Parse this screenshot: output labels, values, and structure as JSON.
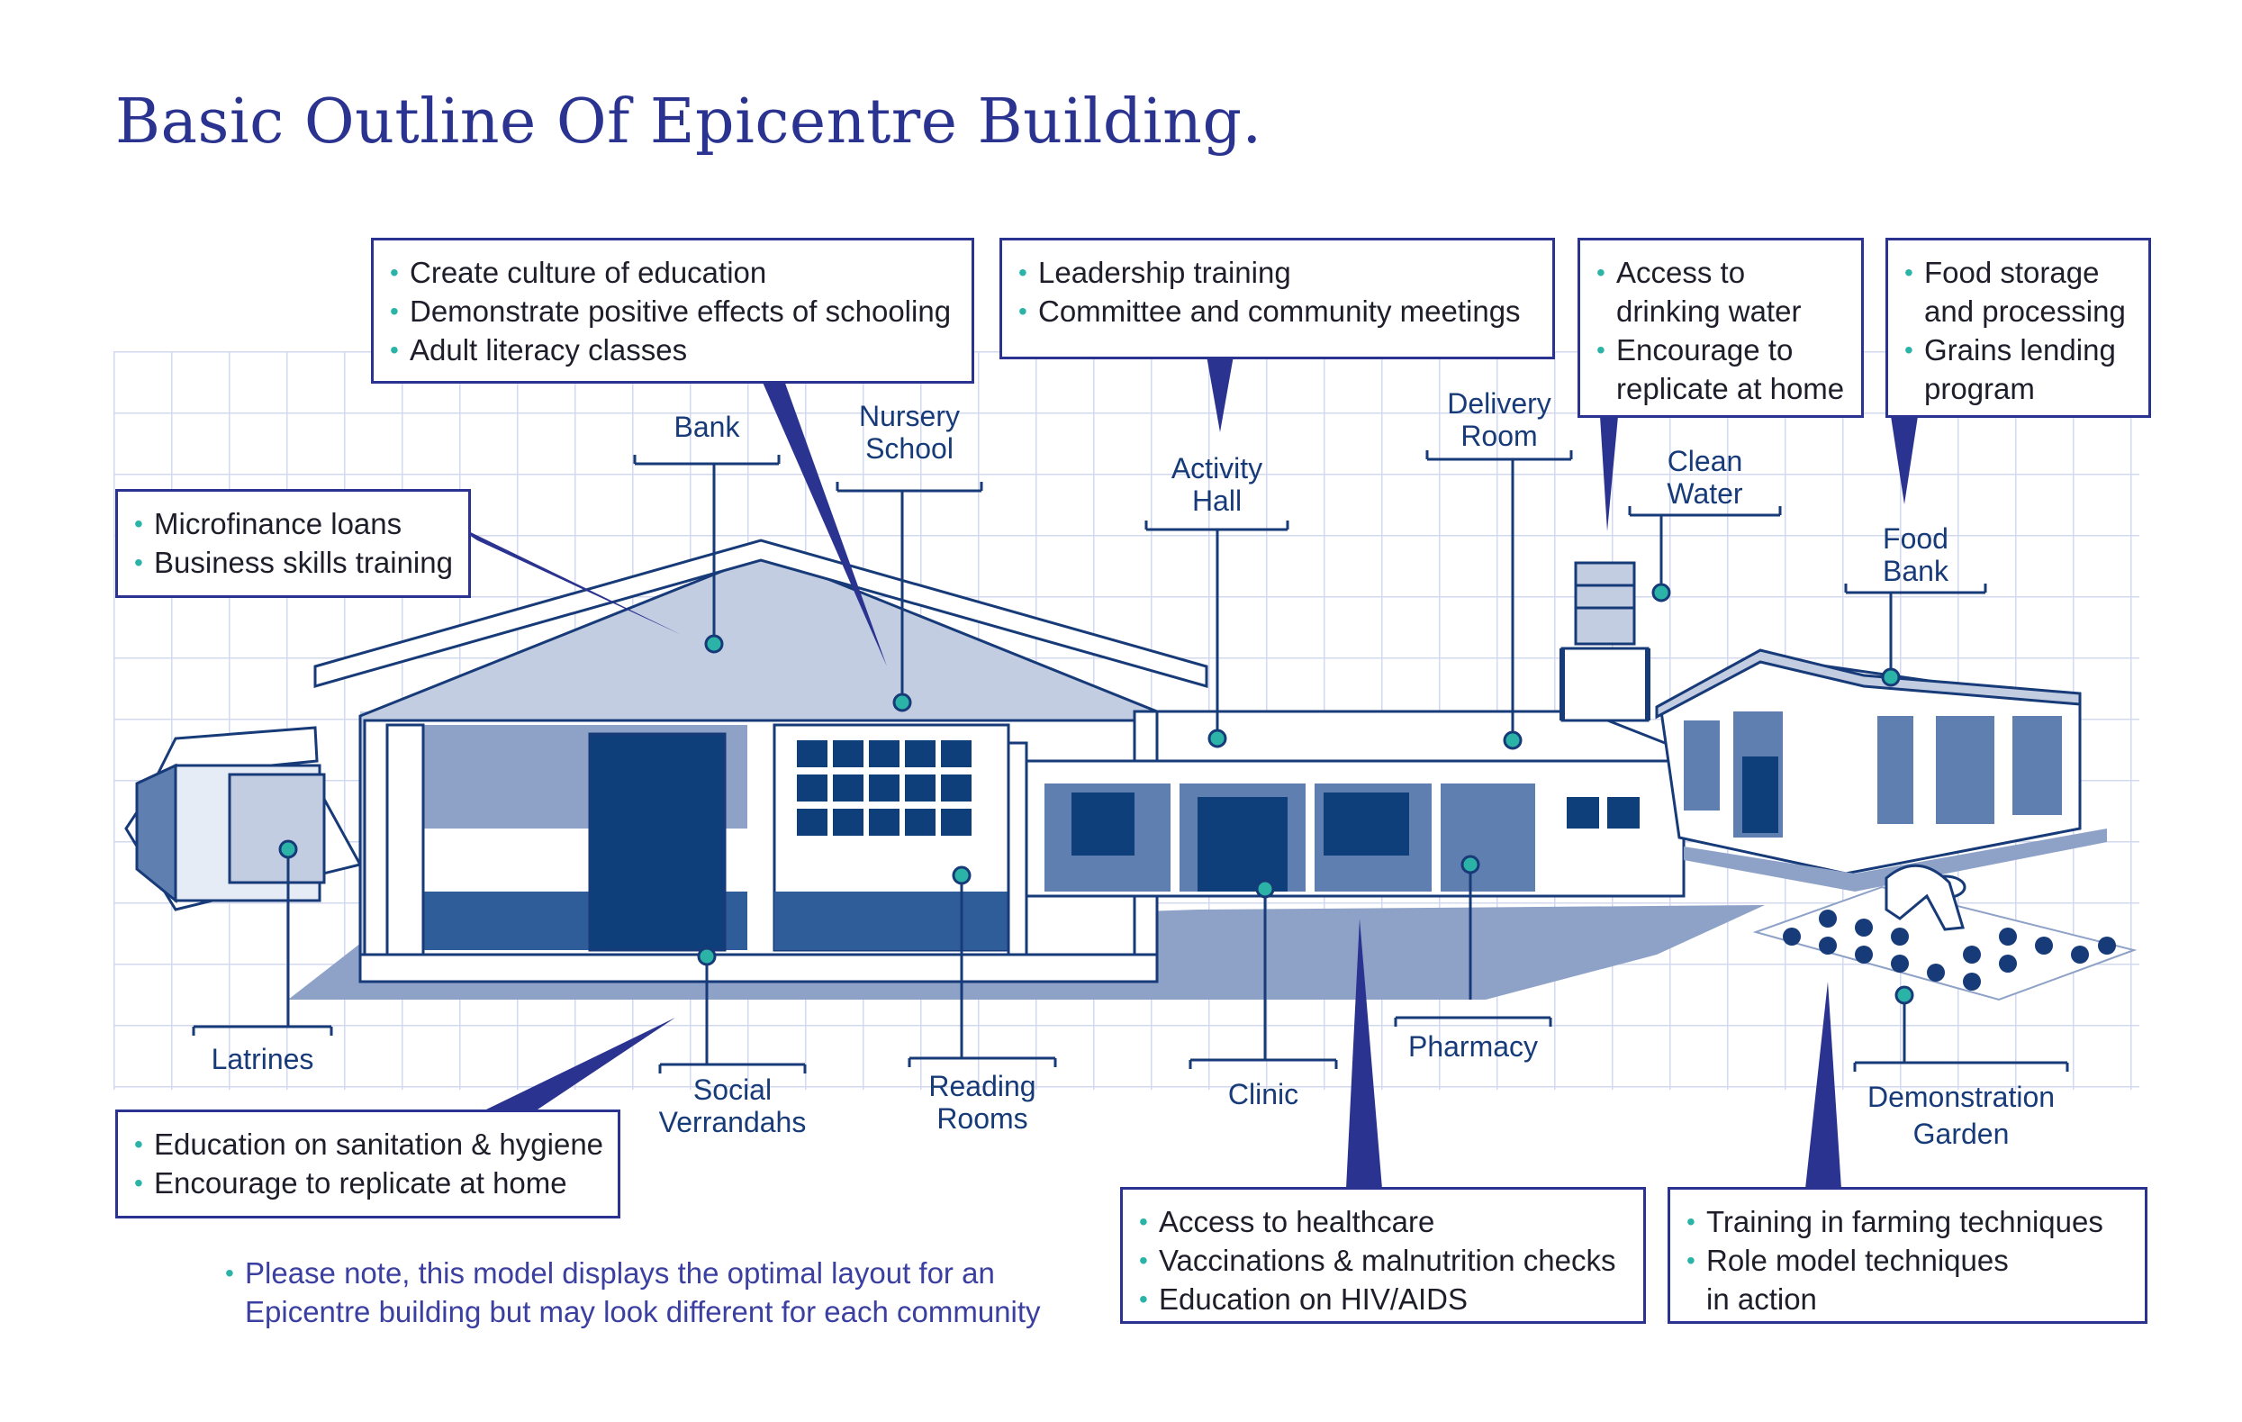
{
  "title": "Basic Outline Of Epicentre Building.",
  "colors": {
    "title": "#2b3390",
    "bullet": "#2bb3a8",
    "label": "#173a78",
    "building_dark": "#0f3f7a",
    "building_light": "#c3cde2"
  },
  "callouts": {
    "education": [
      "Create culture of education",
      "Demonstrate positive effects of schooling",
      "Adult literacy classes"
    ],
    "leadership": [
      "Leadership training",
      "Committee and community meetings"
    ],
    "water": [
      "Access to",
      "drinking water",
      "Encourage to",
      "replicate at home"
    ],
    "food": [
      "Food storage",
      "and processing",
      "Grains lending",
      "program"
    ],
    "finance": [
      "Microfinance loans",
      "Business skills training"
    ],
    "sanitation": [
      "Education on sanitation & hygiene",
      "Encourage to replicate at home"
    ],
    "health": [
      "Access to healthcare",
      "Vaccinations & malnutrition checks",
      "Education on HIV/AIDS"
    ],
    "farming": [
      "Training in farming techniques",
      "Role model techniques",
      "in action"
    ]
  },
  "labels": {
    "bank": "Bank",
    "nursery_school": "Nursery\nSchool",
    "activity_hall": "Activity\nHall",
    "delivery_room": "Delivery\nRoom",
    "clean_water": "Clean\nWater",
    "food_bank": "Food\nBank",
    "latrines": "Latrines",
    "social_verrandahs": "Social\nVerrandahs",
    "reading_rooms": "Reading\nRooms",
    "clinic": "Clinic",
    "pharmacy": "Pharmacy",
    "demonstration_garden": "Demonstration\nGarden"
  },
  "note": [
    "Please note, this model displays the optimal layout for an",
    "Epicentre building but may look different for each community"
  ]
}
